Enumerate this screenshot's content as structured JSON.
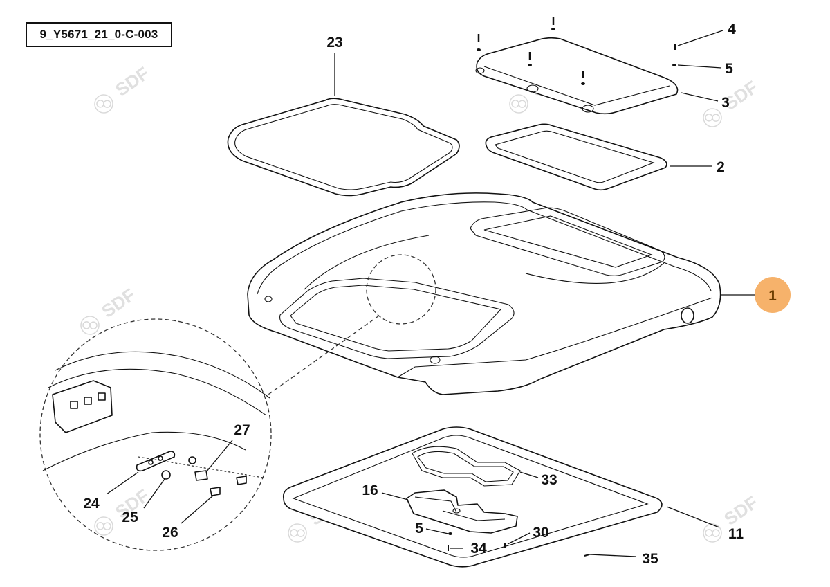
{
  "document_id": "9_Y5671_21_0-C-003",
  "watermark": "SDF",
  "highlight_color": "#f6b26b",
  "callouts": [
    {
      "id": "c23",
      "label": "23"
    },
    {
      "id": "c4",
      "label": "4"
    },
    {
      "id": "c5a",
      "label": "5"
    },
    {
      "id": "c3",
      "label": "3"
    },
    {
      "id": "c2",
      "label": "2"
    },
    {
      "id": "c1",
      "label": "1",
      "highlighted": true
    },
    {
      "id": "c27",
      "label": "27"
    },
    {
      "id": "c24",
      "label": "24"
    },
    {
      "id": "c25",
      "label": "25"
    },
    {
      "id": "c26",
      "label": "26"
    },
    {
      "id": "c33",
      "label": "33"
    },
    {
      "id": "c16",
      "label": "16"
    },
    {
      "id": "c5b",
      "label": "5"
    },
    {
      "id": "c30",
      "label": "30"
    },
    {
      "id": "c34",
      "label": "34"
    },
    {
      "id": "c11",
      "label": "11"
    },
    {
      "id": "c35",
      "label": "35"
    }
  ]
}
